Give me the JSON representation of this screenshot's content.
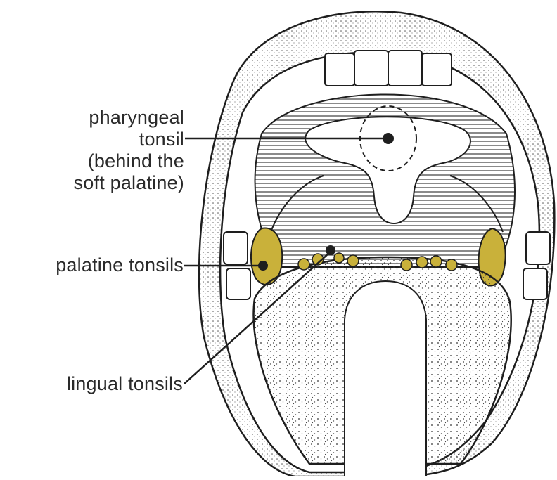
{
  "labels": {
    "pharyngeal": {
      "line1": "pharyngeal",
      "line2": "tonsil",
      "line3": "(behind the",
      "line4": "soft palatine)"
    },
    "palatine": "palatine tonsils",
    "lingual": "lingual tonsils"
  },
  "colors": {
    "tonsil_fill": "#c9b13a",
    "ink": "#1e1e1e",
    "background": "#ffffff"
  }
}
